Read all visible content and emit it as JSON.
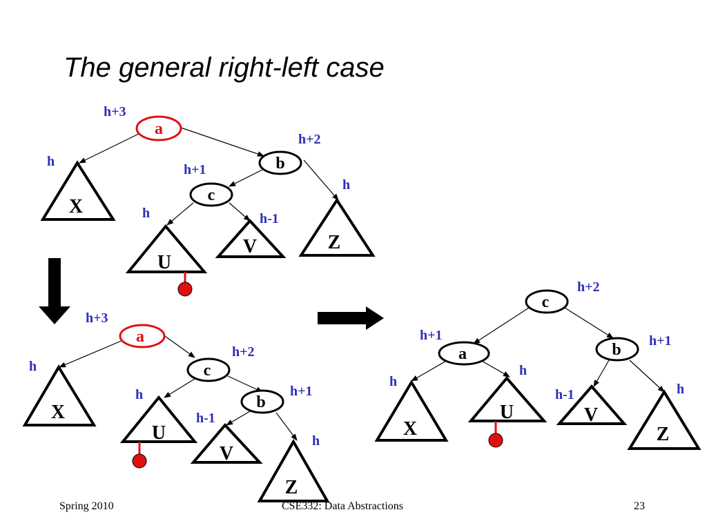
{
  "slide": {
    "title": "The general right-left case",
    "footer_left": "Spring 2010",
    "footer_center": "CSE332: Data Abstractions",
    "page_number": "23"
  },
  "colors": {
    "height_label": "#2e2eb8",
    "highlight": "#e01010",
    "stroke": "#000000"
  },
  "tree_before": {
    "root": {
      "name": "a",
      "height": "h+3"
    },
    "left": {
      "name": "X",
      "height": "h"
    },
    "right": {
      "name": "b",
      "height": "h+2"
    },
    "right_left": {
      "name": "c",
      "height": "h+1"
    },
    "right_right": {
      "name": "Z",
      "height": "h"
    },
    "c_left": {
      "name": "U",
      "height": "h"
    },
    "c_right": {
      "name": "V",
      "height": "h-1"
    }
  },
  "tree_middle": {
    "root": {
      "name": "a",
      "height": "h+3"
    },
    "left": {
      "name": "X",
      "height": "h"
    },
    "right": {
      "name": "c",
      "height": "h+2"
    },
    "c_left": {
      "name": "U",
      "height": "h"
    },
    "c_right": {
      "name": "b",
      "height": "h+1"
    },
    "b_left": {
      "name": "V",
      "height": "h-1"
    },
    "b_right": {
      "name": "Z",
      "height": "h"
    }
  },
  "tree_after": {
    "root": {
      "name": "c",
      "height": "h+2"
    },
    "left": {
      "name": "a",
      "height": "h+1"
    },
    "right": {
      "name": "b",
      "height": "h+1"
    },
    "a_left": {
      "name": "X",
      "height": "h"
    },
    "a_right": {
      "name": "U",
      "height": "h"
    },
    "b_left": {
      "name": "V",
      "height": "h-1"
    },
    "b_right": {
      "name": "Z",
      "height": "h"
    }
  }
}
